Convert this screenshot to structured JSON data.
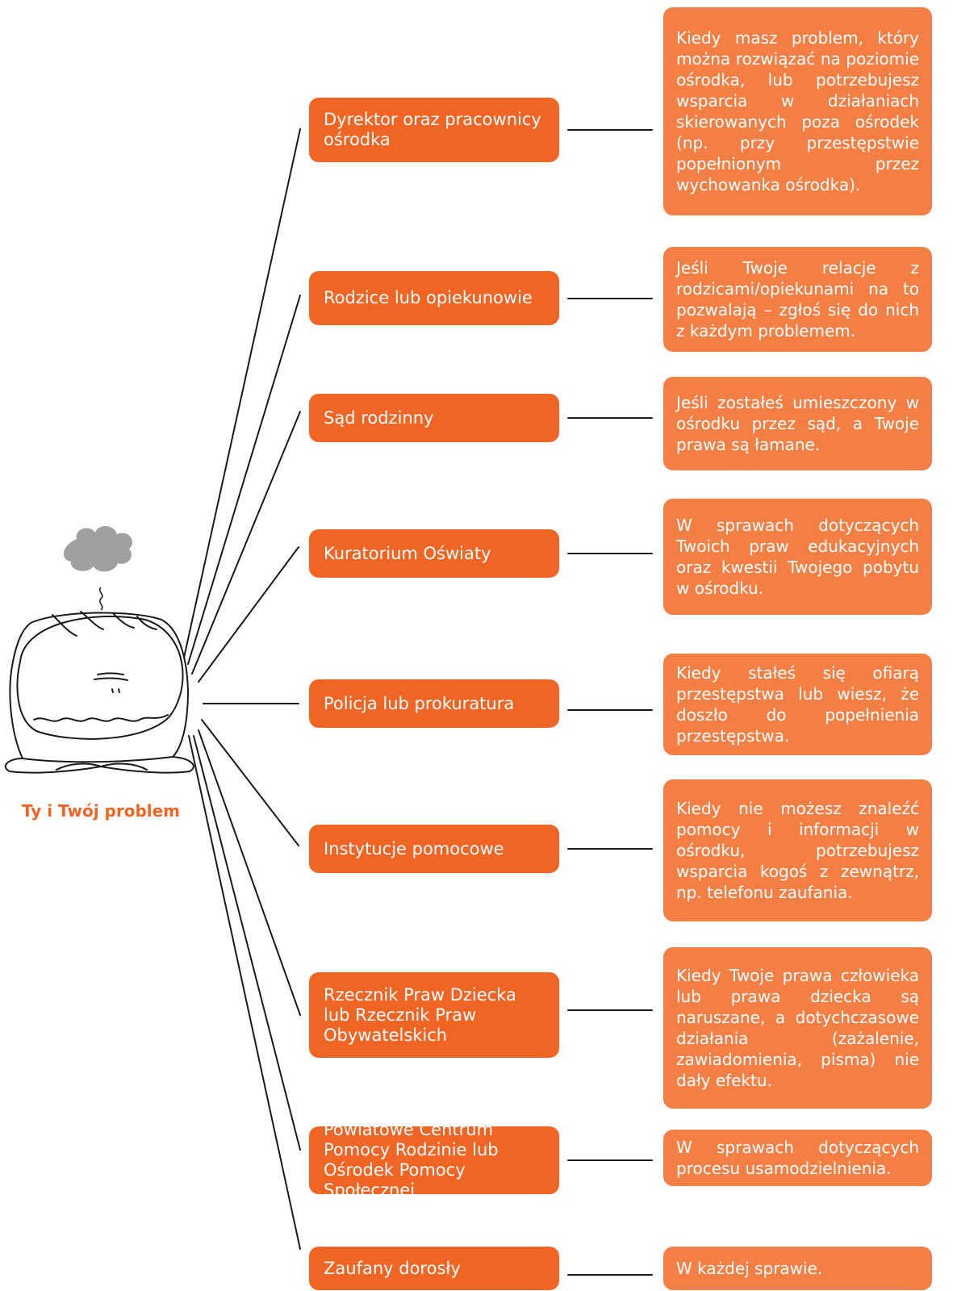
{
  "person_label": "Ty i Twój problem",
  "colors": {
    "label_box": "#f06424",
    "description_box": "#f37f45",
    "caption": "#f06424",
    "cloud": "#a0a0a0"
  },
  "icons": [
    "worry-cloud-icon",
    "steam-icon",
    "person-figure-icon"
  ],
  "rows": [
    {
      "label": "Dyrektor oraz pracownicy ośrodka",
      "description": "Kiedy masz problem, który można rozwiązać na poziomie ośrodka, lub potrzebujesz wsparcia w działaniach skierowanych poza ośrodek (np. przy przestępstwie popełnionym przez wychowanka ośrodka)."
    },
    {
      "label": "Rodzice lub opiekunowie",
      "description": "Jeśli Twoje relacje z rodzicami/opiekunami na to pozwalają – zgłoś się do nich z każdym problemem."
    },
    {
      "label": "Sąd rodzinny",
      "description": "Jeśli zostałeś umieszczony w ośrodku przez sąd, a Twoje prawa są łamane."
    },
    {
      "label": "Kuratorium Oświaty",
      "description": "W sprawach dotyczących Twoich praw edukacyjnych oraz kwestii Twojego pobytu w ośrodku."
    },
    {
      "label": "Policja lub prokuratura",
      "description": "Kiedy stałeś się ofiarą przestępstwa lub wiesz, że doszło do popełnienia przestępstwa."
    },
    {
      "label": "Instytucje pomocowe",
      "description": "Kiedy nie możesz znaleźć pomocy i informacji w ośrodku, potrzebujesz wsparcia kogoś z zewnątrz, np. telefonu zaufania."
    },
    {
      "label": "Rzecznik Praw Dziecka lub Rzecznik Praw Obywatelskich",
      "description": "Kiedy Twoje prawa człowieka lub prawa dziecka są naruszane, a dotychczasowe działania (zażalenie, zawiadomienia, pisma) nie dały efektu."
    },
    {
      "label": "Powiatowe Centrum Pomocy Rodzinie lub Ośrodek Pomocy Społecznej",
      "description": "W sprawach dotyczących procesu usamodzielnienia."
    },
    {
      "label": "Zaufany dorosły",
      "description": "W każdej sprawie."
    }
  ]
}
